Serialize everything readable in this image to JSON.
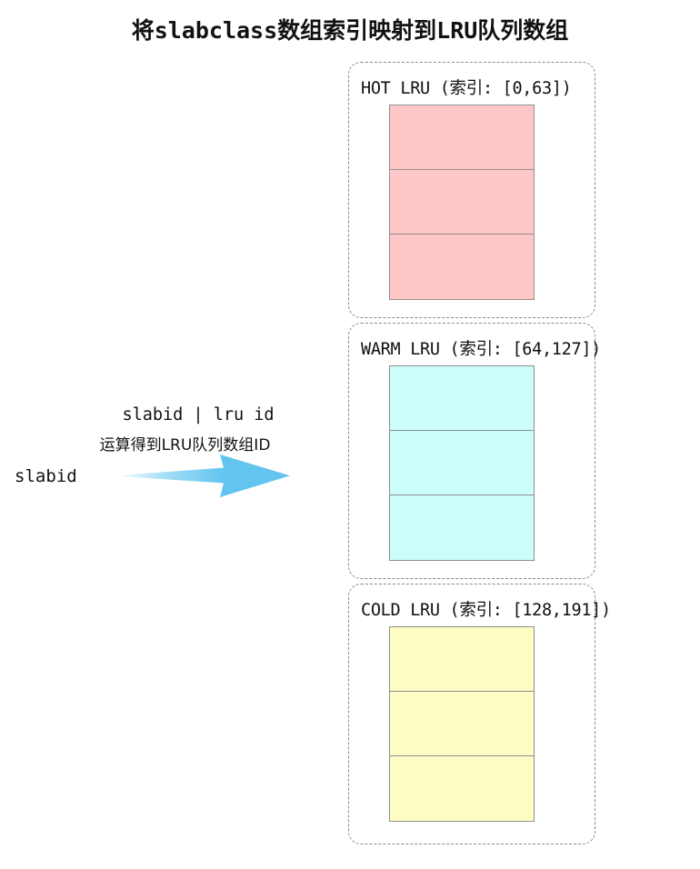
{
  "title": "将slabclass数组索引映射到LRU队列数组",
  "annotation": {
    "formula": "slabid | lru id",
    "description": "运算得到LRU队列数组ID",
    "input_label": "slabid",
    "arrow_icon": "right-arrow-icon",
    "arrow_color": "#63c5ef"
  },
  "groups": [
    {
      "id": "hot",
      "label": "HOT LRU (索引: [0,63])",
      "name": "HOT LRU",
      "index_range": "[0,63]",
      "cell_color": "#ffc8c8",
      "cell_count": 3
    },
    {
      "id": "warm",
      "label": "WARM LRU (索引: [64,127])",
      "name": "WARM LRU",
      "index_range": "[64,127]",
      "cell_color": "#cbfdfb",
      "cell_count": 3
    },
    {
      "id": "cold",
      "label": "COLD LRU (索引: [128,191])",
      "name": "COLD LRU",
      "index_range": "[128,191]",
      "cell_color": "#fdfdc4",
      "cell_count": 3
    }
  ],
  "colors": {
    "border_dashed": "#8a8a8a",
    "cell_border": "#8f8f8f",
    "text": "#111111"
  }
}
